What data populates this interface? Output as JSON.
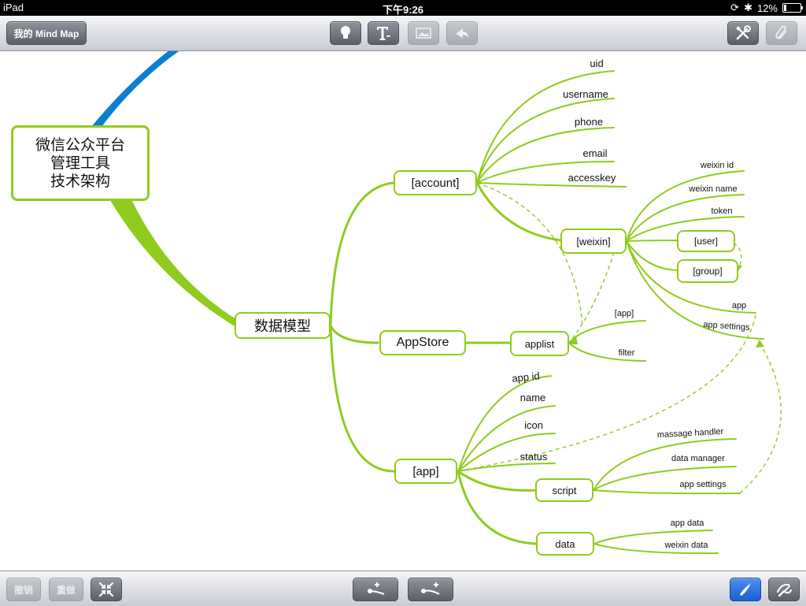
{
  "status_bar": {
    "device": "iPad",
    "time": "下午9:26",
    "battery": "12%",
    "battery_level": 0.12
  },
  "toolbar": {
    "map_button_label": "我的 Mind Map"
  },
  "bottom_toolbar": {
    "undo_label": "撤销",
    "redo_label": "重做"
  },
  "colors": {
    "branch": "#8fcc1e",
    "accent_blue": "#0a7fd4"
  },
  "mindmap": {
    "root": {
      "line1": "微信公众平台",
      "line2": "管理工具",
      "line3": "技术架构"
    },
    "data_model": "数据模型",
    "account": "[account]",
    "account_fields": [
      "uid",
      "username",
      "phone",
      "email",
      "accesskey"
    ],
    "weixin": "[weixin]",
    "weixin_fields": [
      "weixin id",
      "weixin name",
      "token"
    ],
    "weixin_user": "[user]",
    "weixin_group": "[group]",
    "weixin_extra": [
      "app",
      "app settings"
    ],
    "appstore": "AppStore",
    "applist": "applist",
    "applist_fields": [
      "[app]",
      "filter"
    ],
    "app": "[app]",
    "app_fields": [
      "app id",
      "name",
      "icon",
      "status"
    ],
    "script": "script",
    "script_fields": [
      "massage handler",
      "data manager",
      "app settings"
    ],
    "data": "data",
    "data_fields": [
      "app data",
      "weixin data"
    ]
  }
}
